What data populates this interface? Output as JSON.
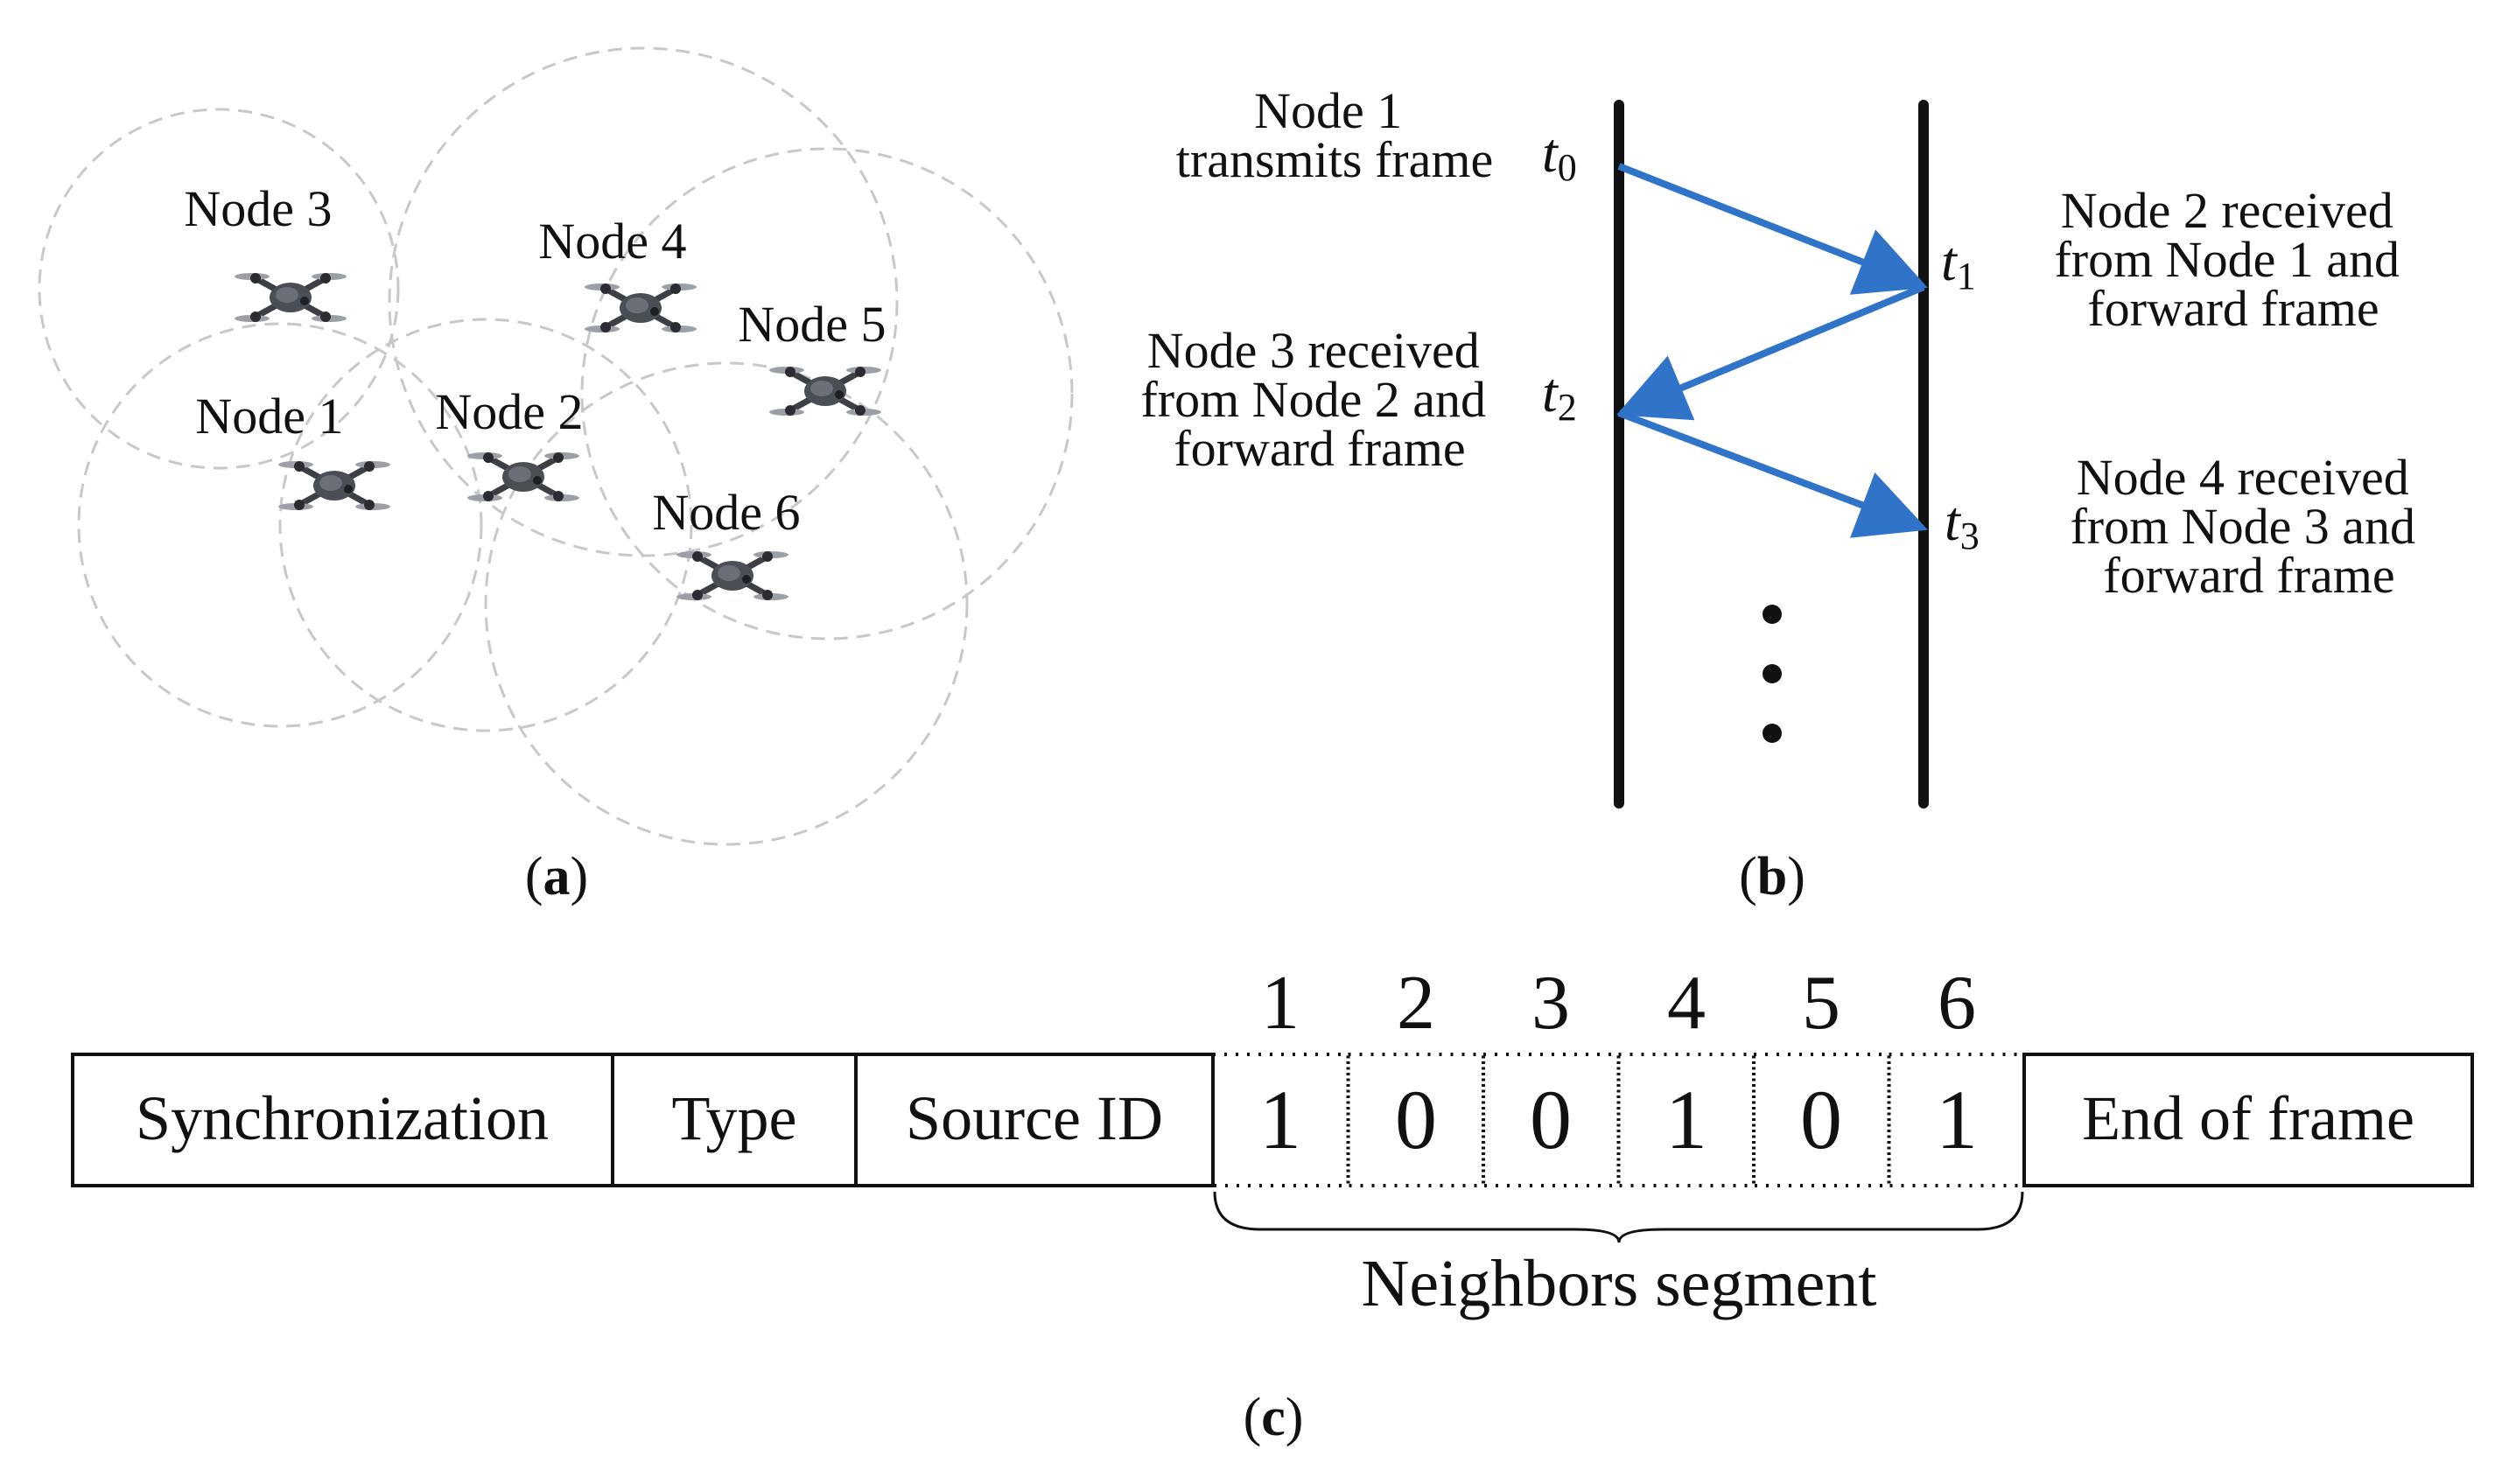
{
  "panels": {
    "a": {
      "caption_open": "(",
      "caption_letter": "a",
      "caption_close": ")",
      "nodes": [
        {
          "id": "node-1",
          "label": "Node 1"
        },
        {
          "id": "node-2",
          "label": "Node 2"
        },
        {
          "id": "node-3",
          "label": "Node 3"
        },
        {
          "id": "node-4",
          "label": "Node 4"
        },
        {
          "id": "node-5",
          "label": "Node 5"
        },
        {
          "id": "node-6",
          "label": "Node 6"
        }
      ],
      "icon": "drone-icon"
    },
    "b": {
      "caption_open": "(",
      "caption_letter": "b",
      "caption_close": ")",
      "times": [
        {
          "symbol": "t",
          "sub": "0"
        },
        {
          "symbol": "t",
          "sub": "1"
        },
        {
          "symbol": "t",
          "sub": "2"
        },
        {
          "symbol": "t",
          "sub": "3"
        }
      ],
      "events": [
        {
          "lines": [
            "Node 1",
            "transmits frame"
          ]
        },
        {
          "lines": [
            "Node 2 received",
            "from Node 1 and",
            "forward frame"
          ]
        },
        {
          "lines": [
            "Node 3 received",
            "from Node 2 and",
            "forward frame"
          ]
        },
        {
          "lines": [
            "Node 4 received",
            "from Node 3 and",
            "forward frame"
          ]
        }
      ],
      "arrow_color": "#2f74c8",
      "ellipsis": "more-steps-dots"
    },
    "c": {
      "caption_open": "(",
      "caption_letter": "c",
      "caption_close": ")",
      "fields": [
        "Synchronization",
        "Type",
        "Source ID",
        "End of frame"
      ],
      "neighbor_indices": [
        "1",
        "2",
        "3",
        "4",
        "5",
        "6"
      ],
      "neighbor_bits": [
        "1",
        "0",
        "0",
        "1",
        "0",
        "1"
      ],
      "segment_label": "Neighbors segment"
    }
  }
}
